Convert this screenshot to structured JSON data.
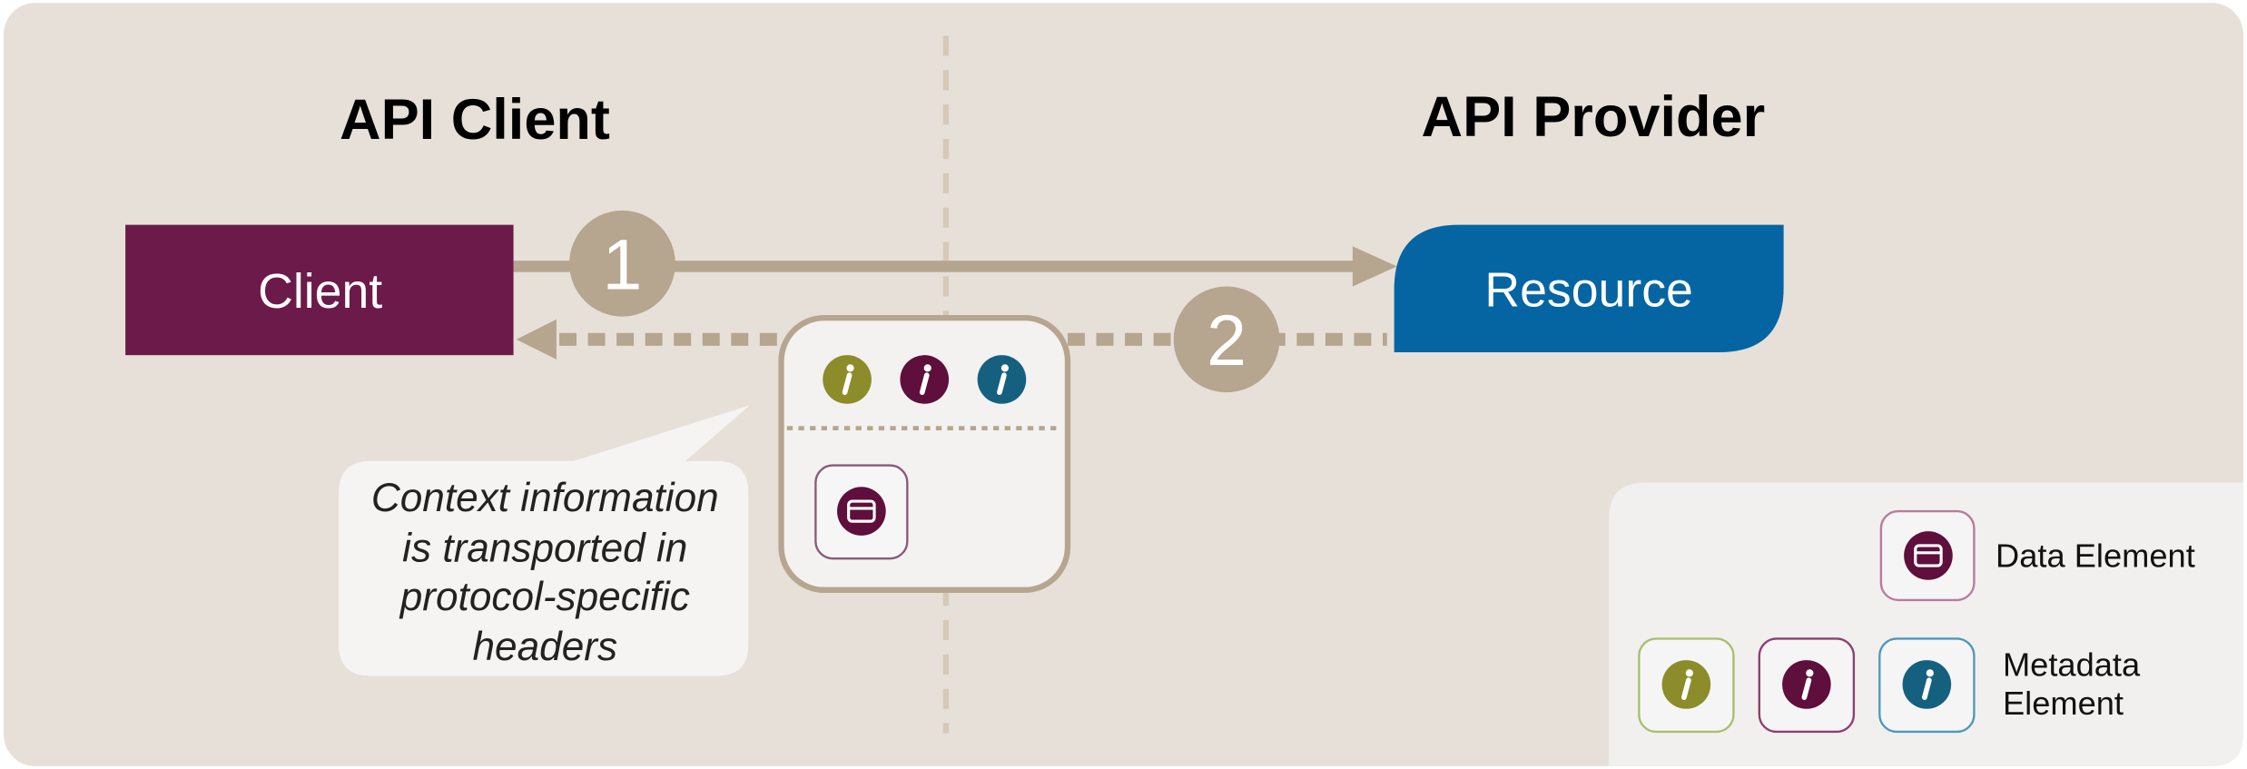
{
  "sections": {
    "client_title": "API Client",
    "provider_title": "API Provider"
  },
  "nodes": {
    "client_label": "Client",
    "resource_label": "Resource"
  },
  "steps": {
    "request_number": "1",
    "response_number": "2"
  },
  "callout": {
    "lines": [
      "Context information",
      "is transported in",
      "protocol-specific",
      "headers"
    ]
  },
  "message": {
    "metadata_icons": [
      "info-icon",
      "info-icon",
      "info-icon"
    ],
    "data_icon": "card-icon"
  },
  "legend": {
    "data_element_label": "Data Element",
    "data_element_icon": "card-icon",
    "metadata_element_lines": [
      "Metadata",
      "Element"
    ],
    "metadata_element_icons": [
      "info-icon",
      "info-icon",
      "info-icon"
    ]
  },
  "colors": {
    "background": "#e7e0d8",
    "connector": "#b6a58f",
    "divider": "#d6c9b5",
    "client": "#6c1a4a",
    "resource": "#0565a2",
    "metadata_olive": "#8d8c2b",
    "metadata_maroon": "#5e0f3c",
    "metadata_teal": "#16607f",
    "data_icon": "#5e0f3c",
    "message_fill": "#f3f2f1",
    "callout_fill": "#f6f4f2",
    "legend_fill": "#f1f0ef"
  }
}
